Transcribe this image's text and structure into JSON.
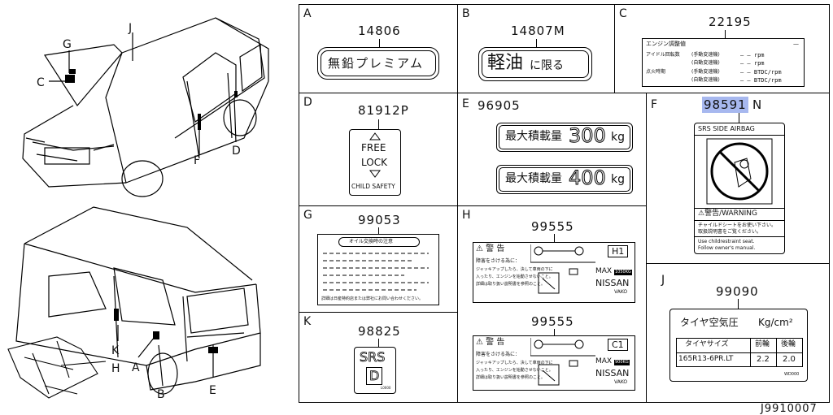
{
  "callouts": {
    "j": "J",
    "g": "G",
    "c": "C",
    "f": "F",
    "d": "D",
    "k": "K",
    "a": "A",
    "b": "B",
    "e": "E",
    "h": "H"
  },
  "cells": {
    "A": {
      "letter": "A",
      "part": "14806",
      "label": "無鉛プレミアム"
    },
    "B": {
      "letter": "B",
      "part": "14807M",
      "label_big": "軽油",
      "label_small": "に限る"
    },
    "C": {
      "letter": "C",
      "part": "22195",
      "title": "エンジン調整値",
      "dash": "—",
      "rows": [
        {
          "a": "アイドル回転数",
          "b": "(手動変速機)",
          "c": "— — rpm"
        },
        {
          "a": "",
          "b": "(自動変速機)",
          "c": "— — rpm"
        },
        {
          "a": "点火時期",
          "b": "(手動変速機)",
          "c": "— — BTDC/rpm"
        },
        {
          "a": "",
          "b": "(自動変速機)",
          "c": "— — BTDC/rpm"
        }
      ]
    },
    "D": {
      "letter": "D",
      "part": "81912P",
      "free": "FREE",
      "lock": "LOCK",
      "child": "CHILD SAFETY"
    },
    "E": {
      "letter": "E",
      "part": "96905",
      "l1_text": "最大積載量",
      "l1_num": "300",
      "l1_unit": "kg",
      "l2_text": "最大積載量",
      "l2_num": "400",
      "l2_unit": "kg"
    },
    "F": {
      "letter": "F",
      "part_hl": "98591",
      "part_rest": "N",
      "srs": "SRS SIDE AIRBAG",
      "warning": "⚠警告/WARNING",
      "jp1": "チャイルドシートをお使い下さい。",
      "jp2": "取扱説明書をご覧ください。",
      "en1": "Use childrestraint seat.",
      "en2": "Follow owner's manual."
    },
    "G": {
      "letter": "G",
      "part": "99053",
      "title": "オイル交換時の注意",
      "footer": "詳細は日産特約店または弊社にお問い合わせください。"
    },
    "H": {
      "letter": "H",
      "part1": "99555",
      "part2": "99555",
      "warn": "⚠ 警 告",
      "sub": "障害をさける為に：",
      "lines": [
        "ジャッキアップしたら、決して車両の下に",
        "入ったり、エンジンを始動させないこと。",
        "詳細は取り扱い説明書を参照のこと。"
      ],
      "code1": "H1",
      "code2": "C1",
      "max": "MAX",
      "cap1": "1050KG",
      "cap2": "900KG",
      "nissan": "NISSAN",
      "vako": "VAKO"
    },
    "J": {
      "letter": "J",
      "part": "99090",
      "title": "タイヤ空気圧",
      "unit": "Kg/cm²",
      "h1": "タイヤサイズ",
      "h2": "前輪",
      "h3": "後輪",
      "size": "165R13-6PR.LT",
      "front": "2.2",
      "rear": "2.0",
      "code": "WD000"
    },
    "K": {
      "letter": "K",
      "part": "98825",
      "srs": "SRS",
      "d": "D",
      "code": "L0000"
    }
  },
  "drawing_id": "J9910007",
  "colors": {
    "highlight": "#a7b8ef"
  }
}
